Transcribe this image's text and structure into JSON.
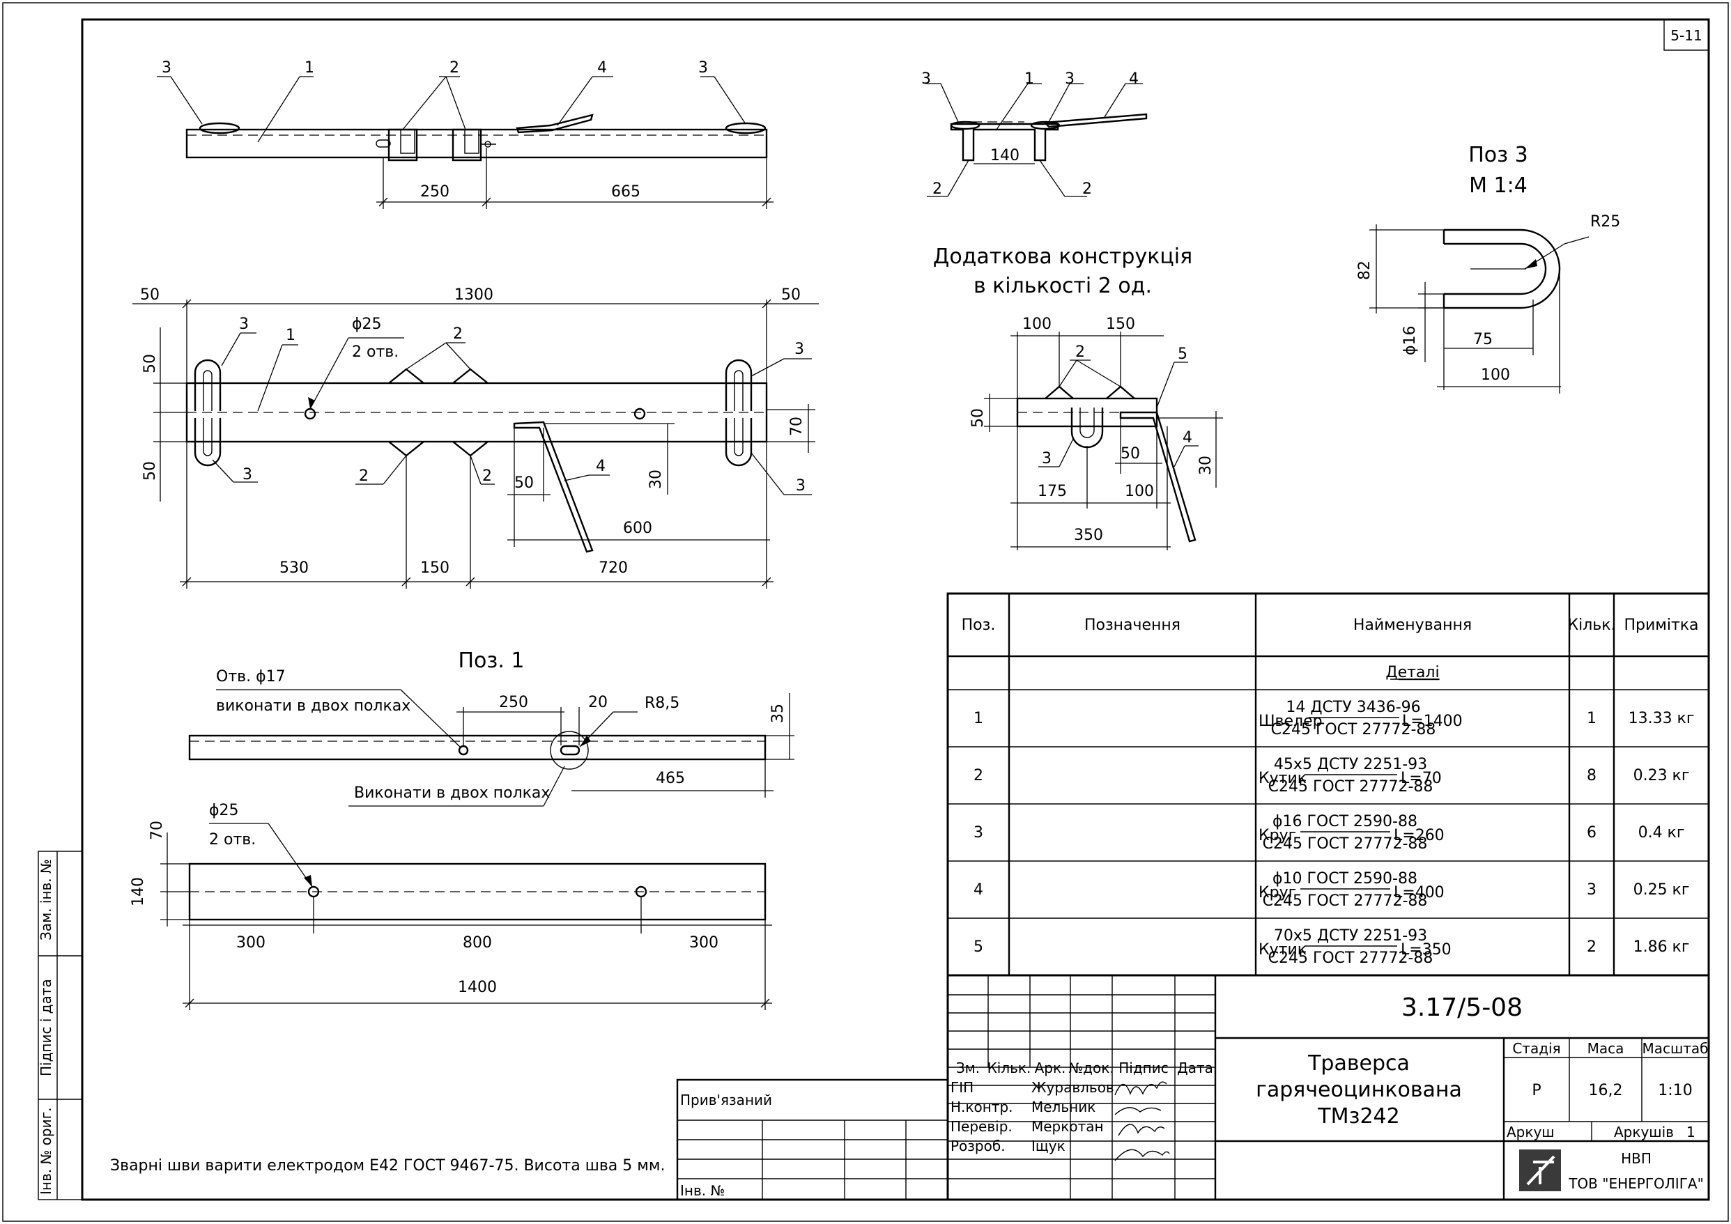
{
  "sheet_number": "5-11",
  "drawing_code": "3.17/5-08",
  "title_lines": [
    "Траверса",
    "гарячеоцинкована",
    "ТМз242"
  ],
  "views": {
    "top": {
      "pos_labels": [
        "3",
        "1",
        "2",
        "4",
        "3"
      ],
      "dims": [
        "250",
        "665"
      ]
    },
    "side": {
      "pos_labels": [
        "3",
        "1",
        "3",
        "4",
        "2",
        "2"
      ],
      "dims": [
        "140"
      ]
    },
    "plan": {
      "pos_labels": [
        "3",
        "1",
        "2",
        "3",
        "3",
        "2",
        "2",
        "3",
        "4"
      ],
      "hole_label": "ϕ25",
      "hole_count": "2 отв.",
      "dims": [
        "50",
        "1300",
        "50",
        "50",
        "50",
        "70",
        "30",
        "50",
        "600",
        "530",
        "150",
        "720"
      ]
    },
    "extra": {
      "title1": "Додаткова конструкція",
      "title2": "в кількості 2 од.",
      "pos_labels": [
        "2",
        "5",
        "3",
        "4"
      ],
      "dims": [
        "100",
        "150",
        "50",
        "50",
        "175",
        "100",
        "350",
        "30"
      ]
    },
    "pos3": {
      "title1": "Поз 3",
      "title2": "М 1:4",
      "radius": "R25",
      "dia": "ϕ16",
      "dims": [
        "82",
        "75",
        "100"
      ]
    },
    "pos1": {
      "title": "Поз. 1",
      "note_hole": "Отв. ϕ17",
      "note_flanges": "виконати в двох полках",
      "note_slot": "Виконати в двох полках",
      "radius": "R8,5",
      "dims": [
        "250",
        "20",
        "35",
        "465"
      ]
    },
    "pos1b": {
      "hole_label": "ϕ25",
      "hole_count": "2 отв.",
      "dims": [
        "70",
        "140",
        "300",
        "800",
        "300",
        "1400"
      ]
    }
  },
  "spec": {
    "headers": [
      "Поз.",
      "Позначення",
      "Найменування",
      "Кільк.",
      "Примітка"
    ],
    "section": "Деталі",
    "rows": [
      {
        "pos": "1",
        "prefix": "Швелер",
        "num": "14 ДСТУ 3436-96",
        "den": "С245 ГОСТ 27772-88",
        "len": "L=1400",
        "qty": "1",
        "note": "13.33 кг"
      },
      {
        "pos": "2",
        "prefix": "Кутик",
        "num": "45х5 ДСТУ 2251-93",
        "den": "С245 ГОСТ 27772-88",
        "len": "L=70",
        "qty": "8",
        "note": "0.23 кг"
      },
      {
        "pos": "3",
        "prefix": "Круг",
        "num": "ϕ16 ГОСТ 2590-88",
        "den": "С245 ГОСТ 27772-88",
        "len": "L=260",
        "qty": "6",
        "note": "0.4 кг"
      },
      {
        "pos": "4",
        "prefix": "Круг",
        "num": "ϕ10 ГОСТ 2590-88",
        "den": "С245 ГОСТ 27772-88",
        "len": "L=400",
        "qty": "3",
        "note": "0.25 кг"
      },
      {
        "pos": "5",
        "prefix": "Кутик",
        "num": "70х5 ДСТУ 2251-93",
        "den": "С245 ГОСТ 27772-88",
        "len": "L=350",
        "qty": "2",
        "note": "1.86 кг"
      }
    ]
  },
  "title_block": {
    "rev_headers": [
      "Зм.",
      "Кільк.",
      "Арк.",
      "№док.",
      "Підпис",
      "Дата"
    ],
    "roles": [
      {
        "role": "ГІП",
        "name": "Журавльов"
      },
      {
        "role": "Н.контр.",
        "name": "Мельник"
      },
      {
        "role": "Перевір.",
        "name": "Меркотан"
      },
      {
        "role": "Розроб.",
        "name": "Іщук"
      }
    ],
    "stage_label": "Стадія",
    "mass_label": "Маса",
    "scale_label": "Масштаб",
    "stage": "Р",
    "mass": "16,2",
    "scale": "1:10",
    "sheet_label": "Аркуш",
    "sheets_label": "Аркушів",
    "sheets": "1",
    "org1": "НВП",
    "org2": "ТОВ \"ЕНЕРГОЛІГА\"",
    "attached": "Прив'язаний",
    "inv_no": "Інв. №"
  },
  "side_stamp": [
    "Зам. інв. №",
    "Підпис і дата",
    "Інв. № ориг."
  ],
  "weld_note": "Зварні шви варити електродом Е42 ГОСТ 9467-75. Висота шва 5 мм."
}
